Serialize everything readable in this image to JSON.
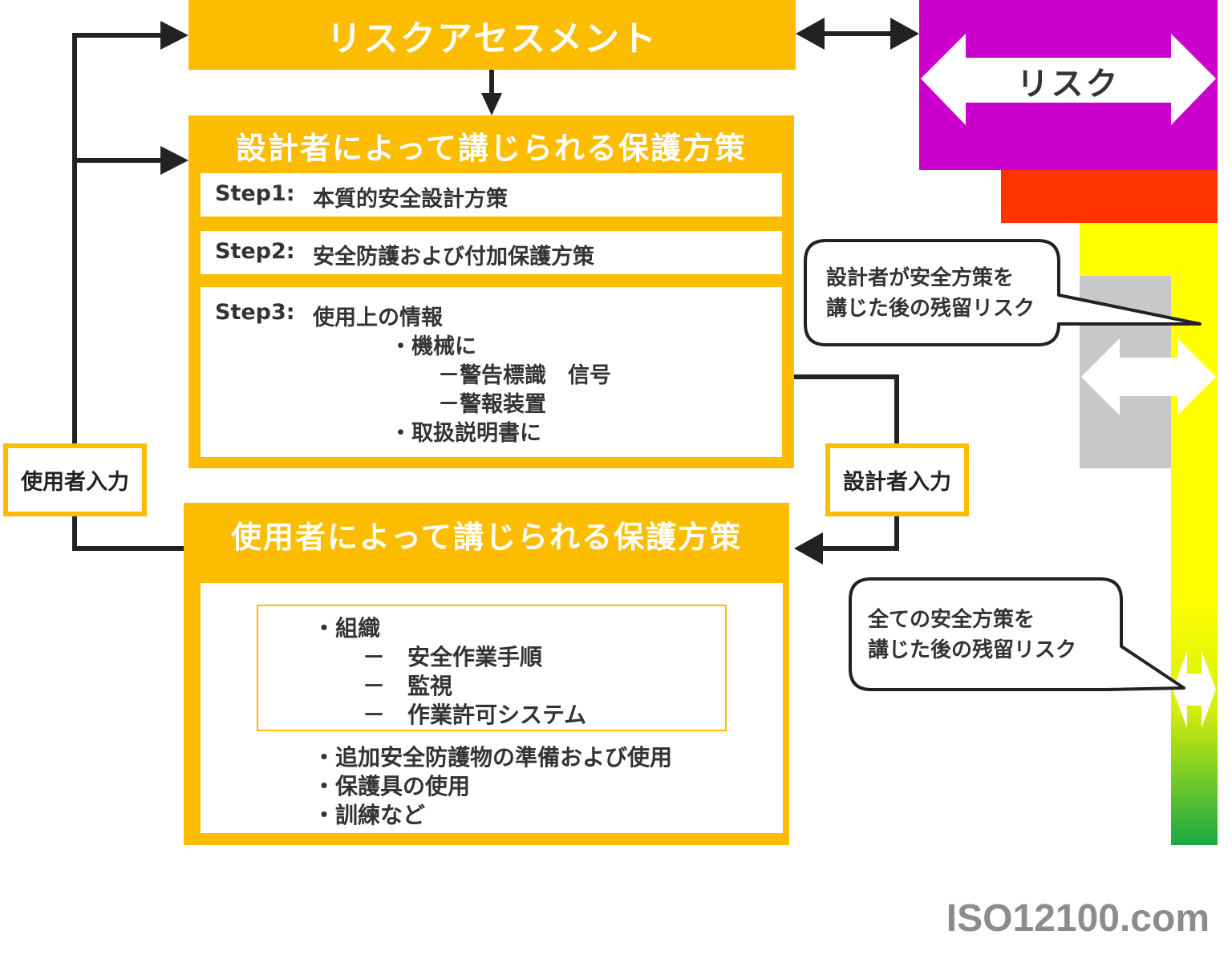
{
  "risk_assessment": {
    "title": "リスクアセスメント"
  },
  "designer_measures": {
    "title": "設計者によって講じられる保護方策",
    "step1": {
      "label": "Step1:",
      "text": "本質的安全設計方策"
    },
    "step2": {
      "label": "Step2:",
      "text": "安全防護および付加保護方策"
    },
    "step3": {
      "label": "Step3:",
      "text": "使用上の情報",
      "items": [
        "・機械に",
        "－警告標識　信号",
        "－警報装置",
        "・取扱説明書に"
      ]
    }
  },
  "user_measures": {
    "title": "使用者によって講じられる保護方策",
    "organization": {
      "heading": "・組織",
      "items": [
        "－　安全作業手順",
        "－　監視",
        "－　作業許可システム"
      ]
    },
    "other_items": [
      "・追加安全防護物の準備および使用",
      "・保護具の使用",
      "・訓練など"
    ]
  },
  "inputs": {
    "user": "使用者入力",
    "designer": "設計者入力"
  },
  "risk_label": "リスク",
  "callouts": {
    "after_designer": [
      "設計者が安全方策を",
      "講じた後の残留リスク"
    ],
    "after_all": [
      "全ての安全方策を",
      "講じた後の残留リスク"
    ]
  },
  "watermark": "ISO12100.com",
  "colors": {
    "box_yellow": "#fcbd00",
    "risk_magenta": "#cc00cc",
    "risk_red": "#ff3300",
    "bar_yellow": "#ffff00",
    "bar_green": "#1aa845",
    "residual_gray": "#c8c8c8",
    "arrow_dark": "#222222",
    "watermark_gray": "#8c8c8c"
  }
}
